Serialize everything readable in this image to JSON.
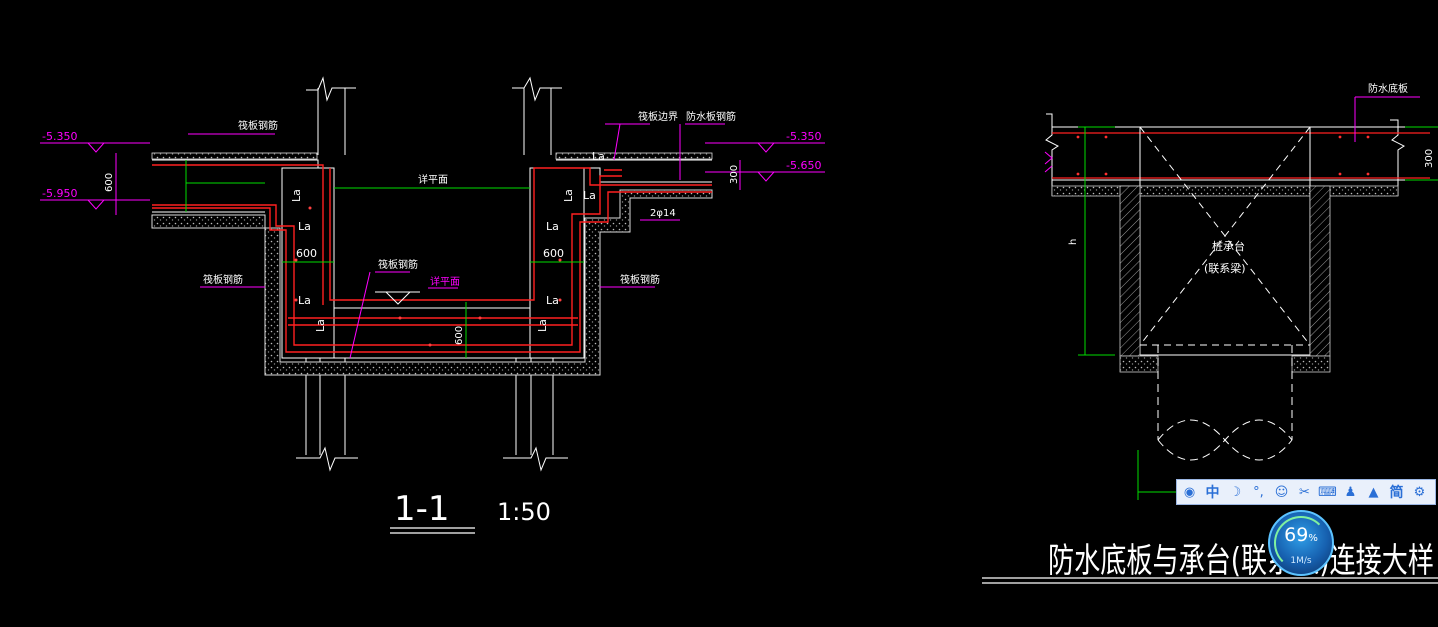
{
  "section_view": {
    "elevation_top_left": "-5.350",
    "elevation_bottom_left": "-5.950",
    "elevation_top_right": "-5.350",
    "elevation_bottom_right": "-5.650",
    "dim_600_left": "600",
    "dim_300_right": "300",
    "dim_600_bottom": "600",
    "label_raft_rebar_top": "筏板钢筋",
    "label_raft_rebar_mid": "筏板钢筋",
    "label_raft_rebar_left": "筏板钢筋",
    "label_raft_rebar_right": "筏板钢筋",
    "label_raft_edge": "筏板边界",
    "label_waterproof_rebar": "防水板钢筋",
    "label_pit_floor_top": "详平面",
    "label_pit_floor_bottom": "详平面",
    "label_2phi14": "2φ14",
    "label_La": "La",
    "label_600": "600",
    "title": "1-1",
    "scale": "1:50"
  },
  "detail_view": {
    "label_waterproof_slab": "防水底板",
    "dim_300": "300",
    "dim_h": "h",
    "label_pile_cap": "桩承台",
    "label_tie_beam": "(联系梁)",
    "title": "防水底板与承台(联系梁)连接大样"
  },
  "ime_toolbar": {
    "lang": "中",
    "simplified": "简"
  },
  "net_widget": {
    "percent": "69",
    "percent_sign": "%",
    "speed": "1M/s"
  },
  "colors": {
    "background": "#000000",
    "line_white": "#ffffff",
    "line_magenta": "#ff00ff",
    "line_red": "#ff2020",
    "line_green": "#00dd00",
    "line_yellow": "#ffff00"
  }
}
